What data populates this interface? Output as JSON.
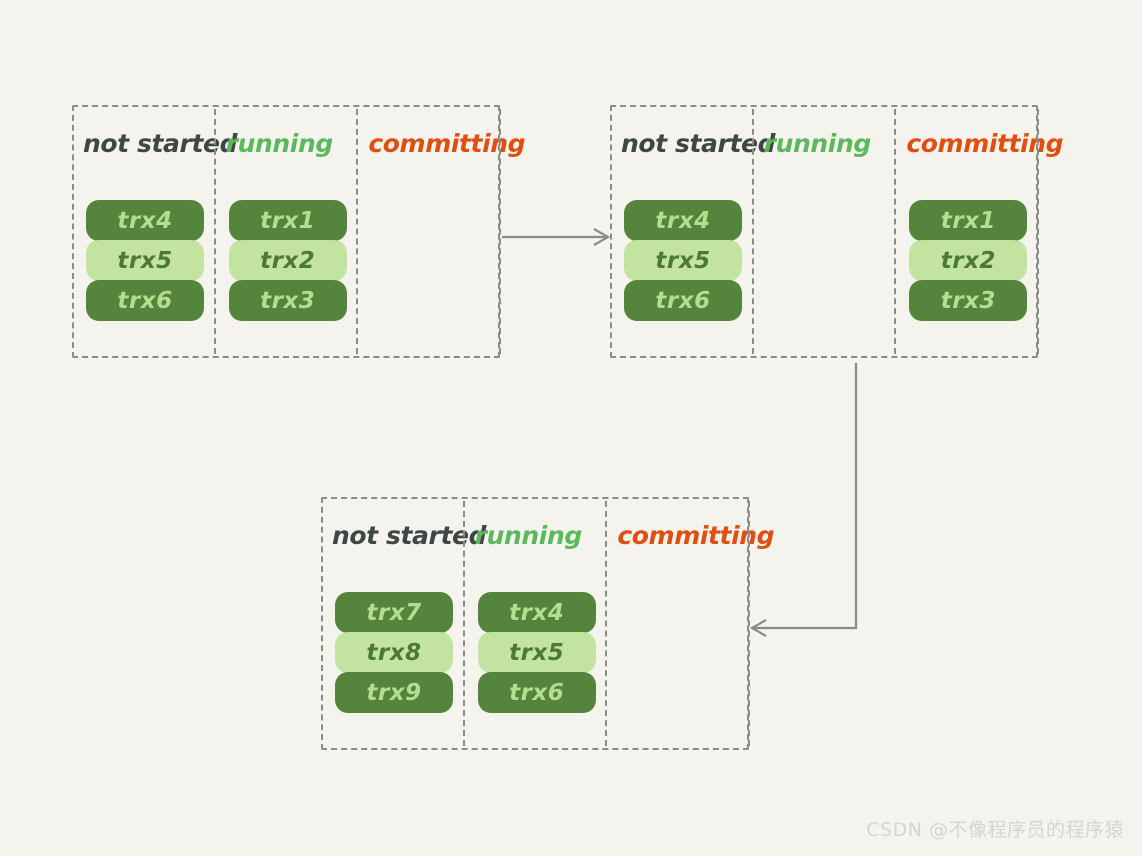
{
  "meta": {
    "background_color": "#f4f3ee",
    "border_color": "#8c8c86",
    "arrow_color": "#8c8c86",
    "dark_box_color": "#55843c",
    "dark_box_text_color": "#b5dd8e",
    "light_box_color": "#c3e3a0",
    "light_box_text_color": "#4a7a33",
    "title_colors": {
      "not_started": "#3f4744",
      "running": "#5cb85c",
      "committing": "#e04e10"
    }
  },
  "columns": {
    "not_started": "not started",
    "running": "running",
    "committing": "committing"
  },
  "panels": [
    {
      "id": "panel-1",
      "columns": [
        {
          "title": "not started",
          "style": "not-started",
          "items": [
            {
              "label": "trx4",
              "shade": "dark"
            },
            {
              "label": "trx5",
              "shade": "light"
            },
            {
              "label": "trx6",
              "shade": "dark"
            }
          ]
        },
        {
          "title": "running",
          "style": "running",
          "items": [
            {
              "label": "trx1",
              "shade": "dark"
            },
            {
              "label": "trx2",
              "shade": "light"
            },
            {
              "label": "trx3",
              "shade": "dark"
            }
          ]
        },
        {
          "title": "committing",
          "style": "committing",
          "items": []
        }
      ]
    },
    {
      "id": "panel-2",
      "columns": [
        {
          "title": "not started",
          "style": "not-started",
          "items": [
            {
              "label": "trx4",
              "shade": "dark"
            },
            {
              "label": "trx5",
              "shade": "light"
            },
            {
              "label": "trx6",
              "shade": "dark"
            }
          ]
        },
        {
          "title": "running",
          "style": "running",
          "items": []
        },
        {
          "title": "committing",
          "style": "committing",
          "items": [
            {
              "label": "trx1",
              "shade": "dark"
            },
            {
              "label": "trx2",
              "shade": "light"
            },
            {
              "label": "trx3",
              "shade": "dark"
            }
          ]
        }
      ]
    },
    {
      "id": "panel-3",
      "columns": [
        {
          "title": "not started",
          "style": "not-started",
          "items": [
            {
              "label": "trx7",
              "shade": "dark"
            },
            {
              "label": "trx8",
              "shade": "light"
            },
            {
              "label": "trx9",
              "shade": "dark"
            }
          ]
        },
        {
          "title": "running",
          "style": "running",
          "items": [
            {
              "label": "trx4",
              "shade": "dark"
            },
            {
              "label": "trx5",
              "shade": "light"
            },
            {
              "label": "trx6",
              "shade": "dark"
            }
          ]
        },
        {
          "title": "committing",
          "style": "committing",
          "items": []
        }
      ]
    }
  ],
  "arrows": [
    {
      "id": "arrow-panel1-to-panel2",
      "direction": "right"
    },
    {
      "id": "arrow-panel2-to-panel3",
      "direction": "left"
    }
  ],
  "watermark": "CSDN @不像程序员的程序猿"
}
